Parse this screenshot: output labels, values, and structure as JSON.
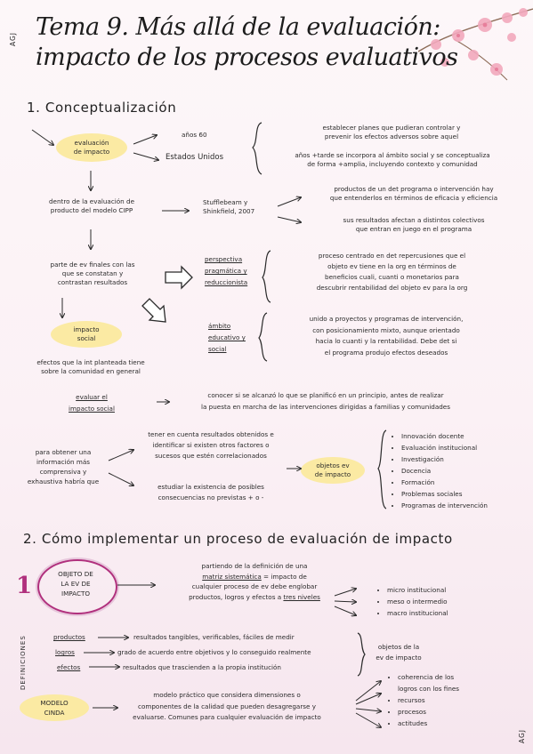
{
  "side": {
    "left_tag": "AGJ",
    "right_tag": "AGJ"
  },
  "title": {
    "line1": "Tema 9. Más allá de la evaluación:",
    "line2": "impacto de los procesos evaluativos"
  },
  "section1": {
    "heading": "1. Conceptualización",
    "eval_impacto": "evaluación\nde impacto",
    "anios60": "años 60",
    "eeuu": "Estados Unidos",
    "top1": "establecer planes que pudieran controlar y\nprevenir los efectos adversos sobre aquel",
    "top2": "años +tarde se incorpora al ámbito social y se conceptualiza\nde forma +amplia, incluyendo contexto y comunidad",
    "cipp": "dentro de la evaluación de\nproducto del modelo CIPP",
    "stuff": "Stufflebeam y\nShinkfield, 2007",
    "prod1": "productos de un det programa o intervención hay\nque entenderlos en términos de eficacia y eficiencia",
    "prod2": "sus resultados afectan a distintos colectivos\nque entran en juego en el programa",
    "parte": "parte de ev finales con las\nque se constatan y\ncontrastan resultados",
    "persp": "perspectiva\npragmática y\nreduccionista",
    "persp_text": "proceso centrado en det repercusiones que el\nobjeto ev tiene en la org en términos de\nbeneficios cuali, cuanti o monetarios para\ndescubrir rentabilidad del objeto ev para la org",
    "ambito": "ámbito\neducativo y\nsocial",
    "ambito_text": "unido a proyectos y programas de intervención,\ncon posicionamiento mixto, aunque orientado\nhacia lo cuanti y la rentabilidad. Debe det si\nel programa produjo efectos deseados",
    "impacto_social": "impacto\nsocial",
    "efectos": "efectos que la int planteada tiene\nsobre la comunidad en general",
    "evaluar": "evaluar el\nimpacto social",
    "evaluar_text": "conocer si se alcanzó lo que se planificó en un principio, antes de realizar\nla puesta en marcha de las intervenciones dirigidas a familias y comunidades",
    "para_obtener": "para obtener una\ninformación más\ncomprensiva y\nexhaustiva habría que",
    "tener": "tener en cuenta resultados obtenidos e\nidentificar si existen otros factores o\nsucesos que estén correlacionados",
    "estudiar": "estudiar la existencia de posibles\nconsecuencias no previstas + o -",
    "objetos": "objetos ev\nde impacto",
    "objetos_list": [
      "Innovación docente",
      "Evaluación institucional",
      "Investigación",
      "Docencia",
      "Formación",
      "Problemas sociales",
      "Programas de intervención"
    ]
  },
  "section2": {
    "heading": "2. Cómo implementar un proceso de evaluación de impacto",
    "numeral": "1",
    "objeto": "OBJETO DE\nLA EV DE\nIMPACTO",
    "partiendo_a": "partiendo de la definición de una",
    "partiendo_b": "matriz sistemática",
    "partiendo_c": " = impacto de\ncualquier proceso de ev debe englobar\nproductos, logros y efectos a ",
    "partiendo_d": "tres niveles",
    "niveles": [
      "micro institucional",
      "meso o intermedio",
      "macro institucional"
    ],
    "definiciones_label": "DEFINICIONES",
    "defs": [
      {
        "term": "productos",
        "desc": "resultados tangibles, verificables, fáciles de medir"
      },
      {
        "term": "logros",
        "desc": "grado de acuerdo entre objetivos y lo conseguido realmente"
      },
      {
        "term": "efectos",
        "desc": "resultados que trascienden a la propia institución"
      }
    ],
    "objetos_impacto": "objetos de la\nev de impacto",
    "modelo": "MODELO\nCINDA",
    "modelo_text": "modelo práctico que considera dimensiones o\ncomponentes de la calidad que pueden desagregarse y\nevaluarse. Comunes para cualquier evaluación de impacto",
    "cinda_list": [
      "coherencia de los\nlogros con los fines",
      "recursos",
      "procesos",
      "actitudes"
    ]
  },
  "colors": {
    "highlight_yellow": "#fbeaa3",
    "circle_magenta": "#b0307d",
    "blossom_pink": "#f2a9bd"
  }
}
